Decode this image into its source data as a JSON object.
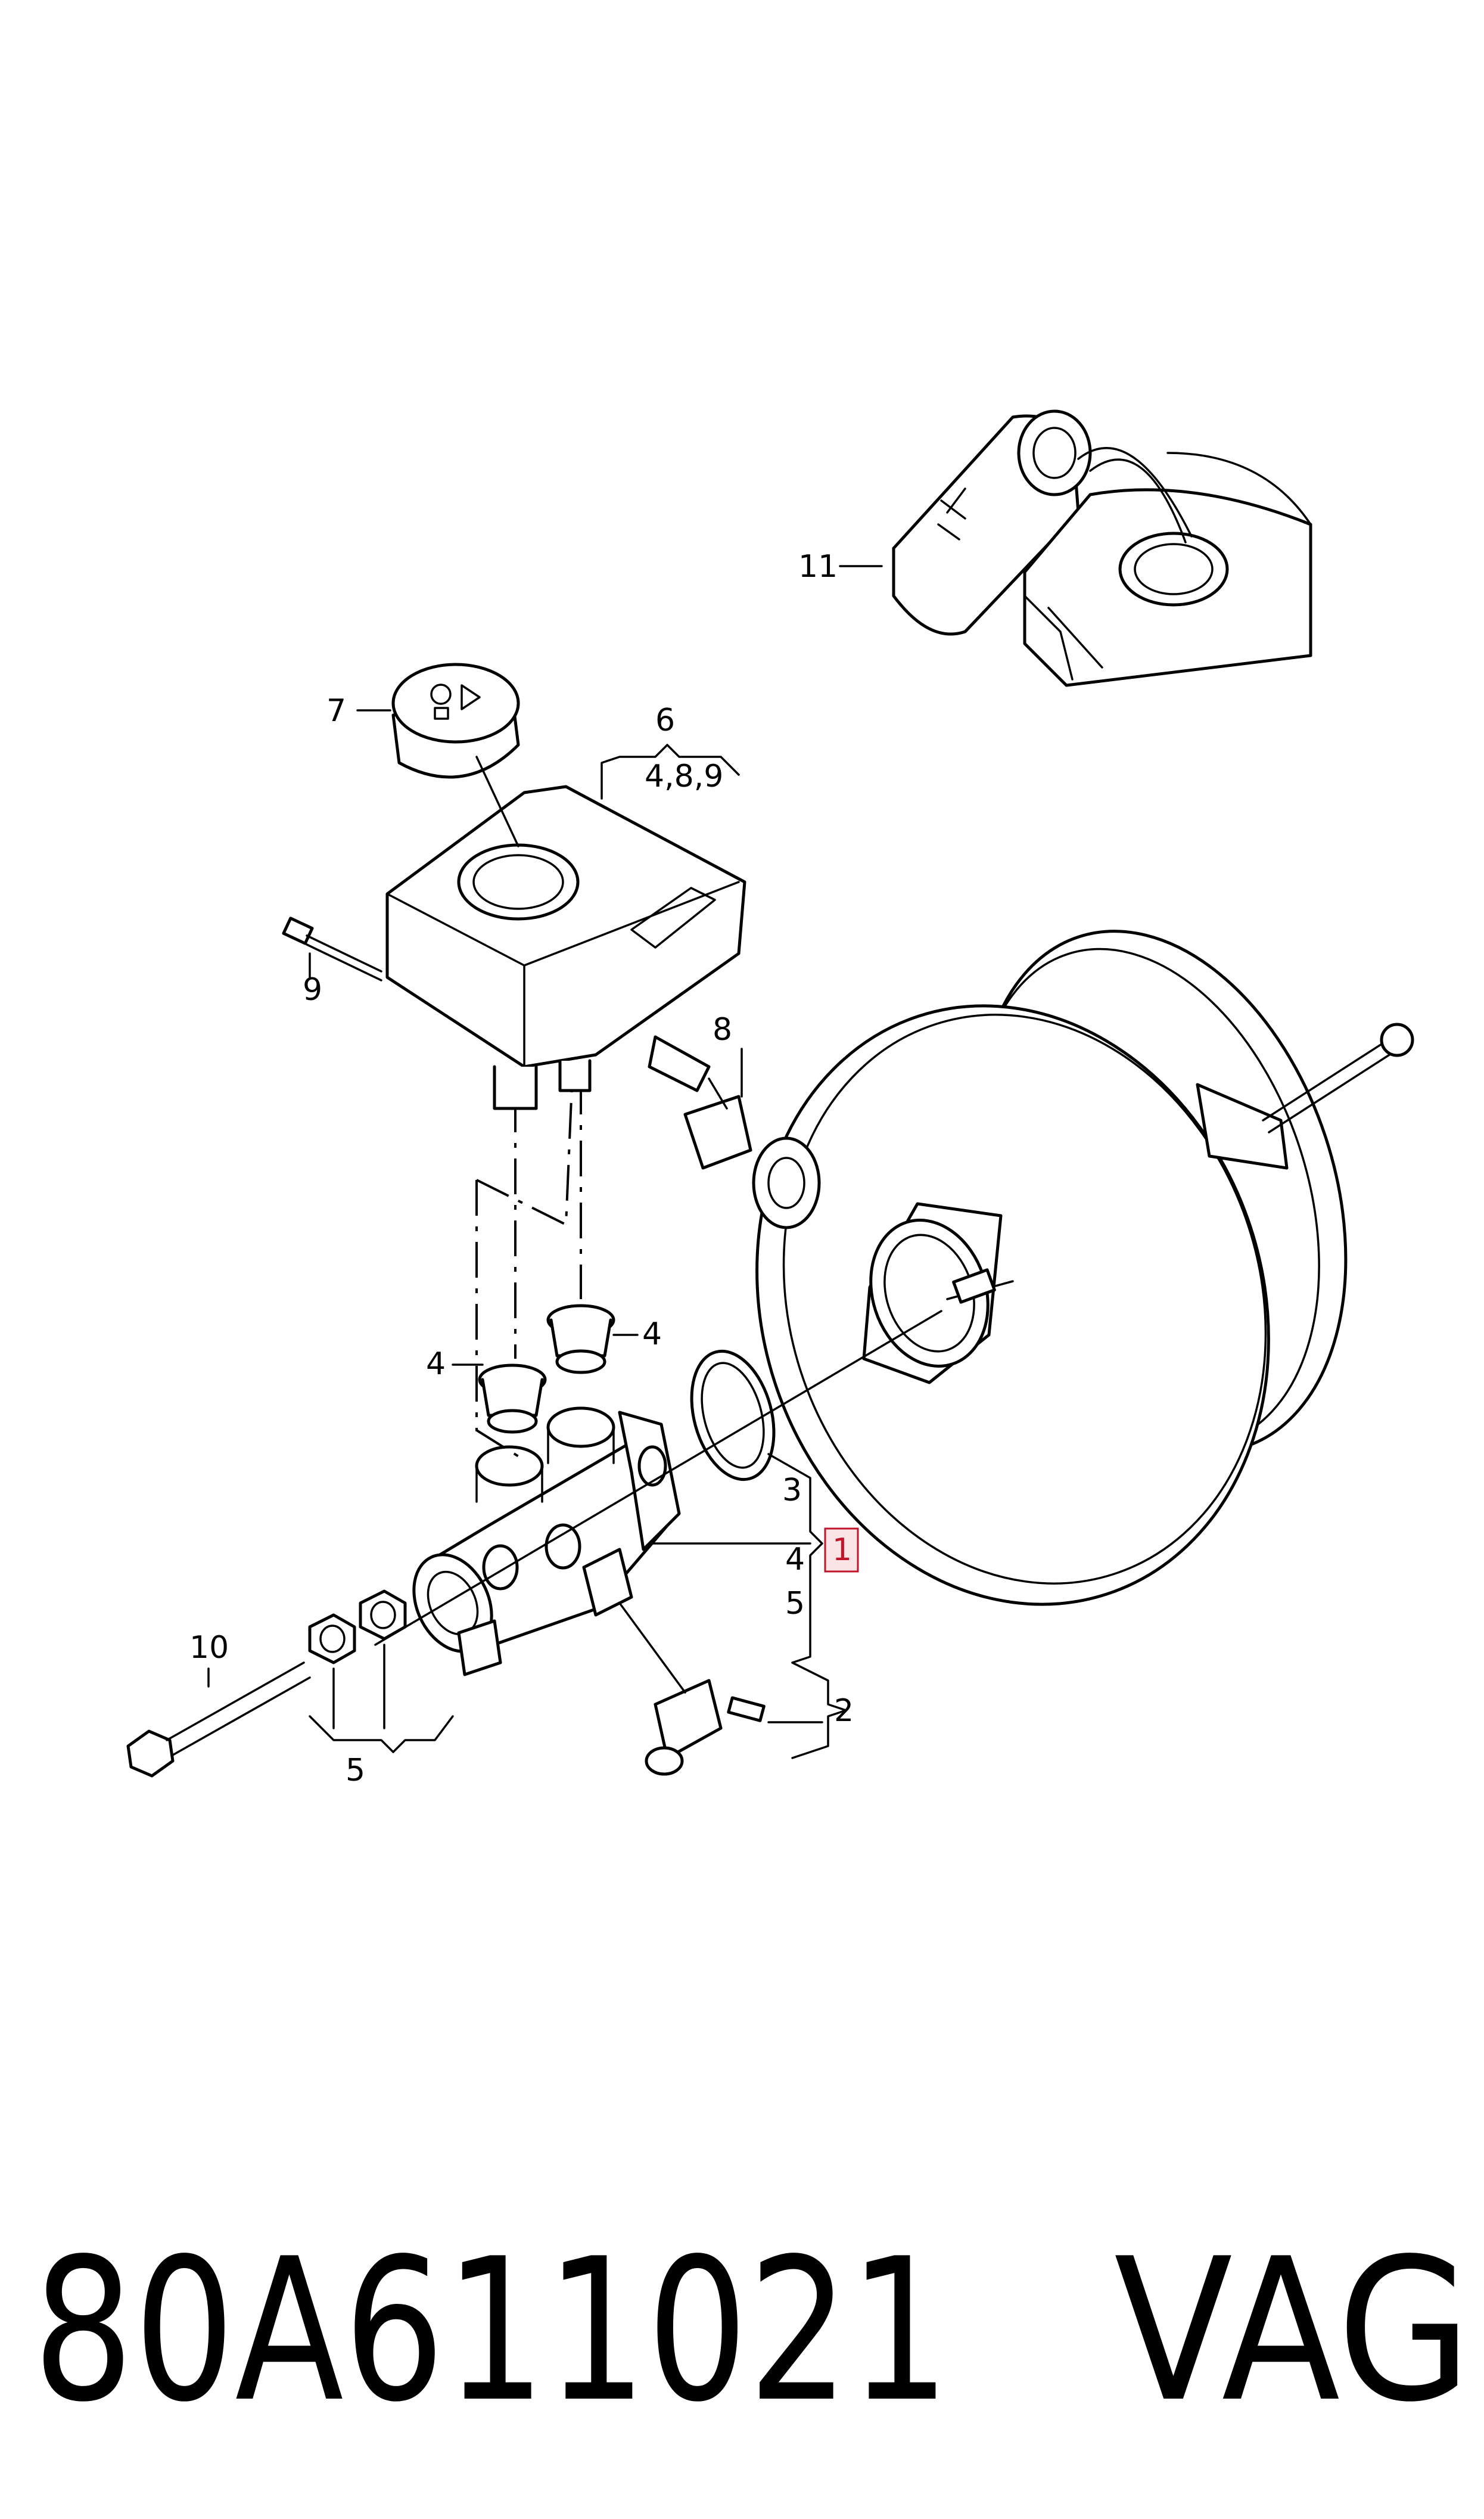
{
  "callouts": {
    "c11": "11",
    "c7": "7",
    "c6": "6",
    "c6_sub": "4,8,9",
    "c9": "9",
    "c8": "8",
    "c4_left": "4",
    "c4_right": "4",
    "c3": "3",
    "c1": "1",
    "c1_sub4": "4",
    "c1_sub5": "5",
    "c10": "10",
    "c5": "5",
    "c2": "2"
  },
  "footer": {
    "part_number": "80A611021",
    "brand": "VAG"
  },
  "colors": {
    "line": "#000000",
    "highlight": "#c0152a",
    "background": "#ffffff"
  }
}
